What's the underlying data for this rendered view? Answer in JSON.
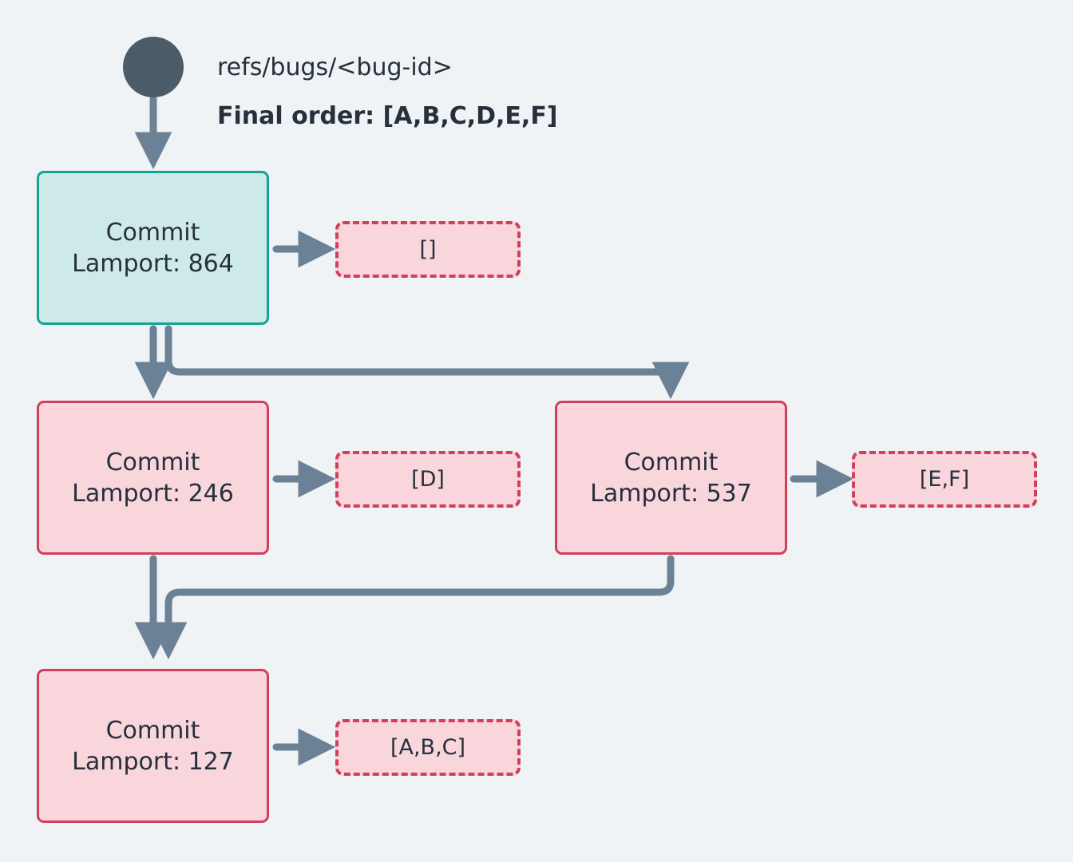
{
  "diagram": {
    "background_color": "#eff3f6",
    "root": {
      "icon": "root-circle",
      "color": "#4b5b68"
    },
    "header": {
      "ref_label": "refs/bugs/<bug-id>",
      "final_order_label": "Final order: [A,B,C,D,E,F]"
    },
    "palette": {
      "teal_fill": "#cdeae8",
      "teal_border": "#14a395",
      "pink_fill": "#f8d6dc",
      "pink_border": "#d23f5c",
      "edge_color": "#6b8196",
      "text_color": "#25303c"
    },
    "nodes": [
      {
        "id": "c864",
        "title": "Commit",
        "lamport": "Lamport: 864",
        "style": "teal",
        "payload": "[]"
      },
      {
        "id": "c246",
        "title": "Commit",
        "lamport": "Lamport: 246",
        "style": "pink",
        "payload": "[D]"
      },
      {
        "id": "c537",
        "title": "Commit",
        "lamport": "Lamport: 537",
        "style": "pink",
        "payload": "[E,F]"
      },
      {
        "id": "c127",
        "title": "Commit",
        "lamport": "Lamport: 127",
        "style": "pink",
        "payload": "[A,B,C]"
      }
    ],
    "edges": [
      {
        "from": "root",
        "to": "c864"
      },
      {
        "from": "c864",
        "to": "c246"
      },
      {
        "from": "c864",
        "to": "c537"
      },
      {
        "from": "c246",
        "to": "c127"
      },
      {
        "from": "c537",
        "to": "c127"
      },
      {
        "from": "c864",
        "to": "payload-864"
      },
      {
        "from": "c246",
        "to": "payload-246"
      },
      {
        "from": "c537",
        "to": "payload-537"
      },
      {
        "from": "c127",
        "to": "payload-127"
      }
    ]
  }
}
